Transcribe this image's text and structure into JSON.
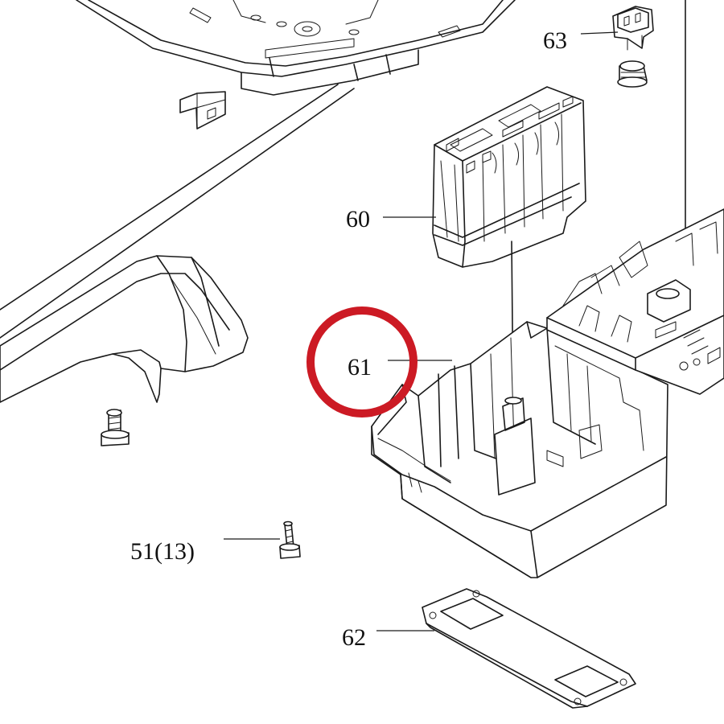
{
  "parts": [
    {
      "id": "p63",
      "label": "63"
    },
    {
      "id": "p60",
      "label": "60"
    },
    {
      "id": "p61",
      "label": "61"
    },
    {
      "id": "p51",
      "label": "51(13)"
    },
    {
      "id": "p62",
      "label": "62"
    }
  ],
  "highlight": {
    "part_label": "61",
    "color": "#cc1a24"
  }
}
